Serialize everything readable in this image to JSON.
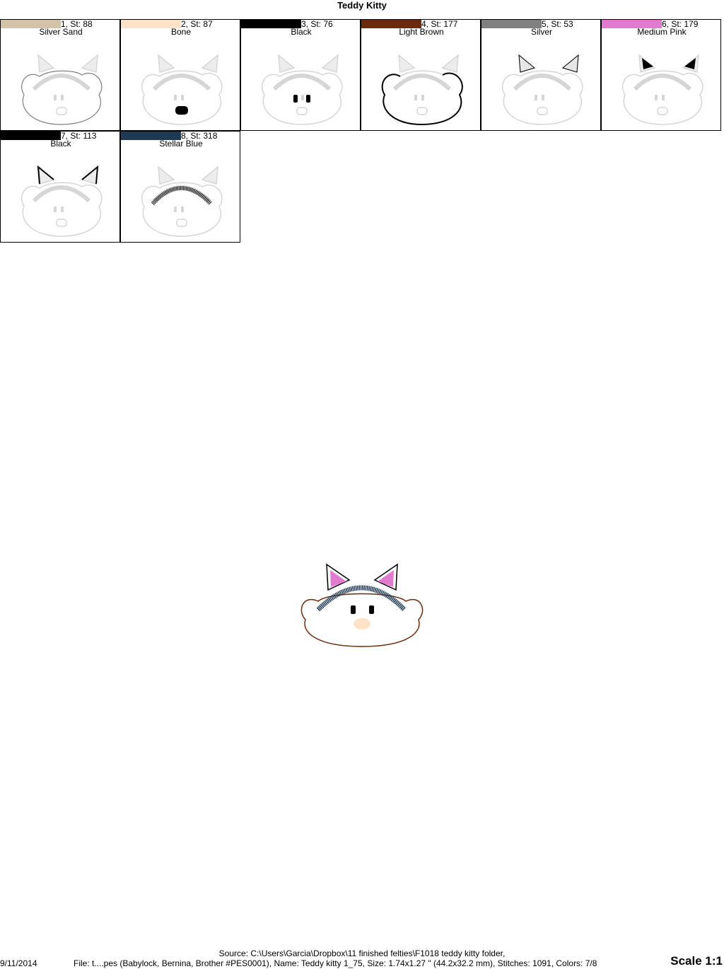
{
  "title": "Teddy Kitty",
  "steps": [
    {
      "label": "1, St: 88",
      "name": "Silver Sand",
      "color": "#d3c4a8",
      "part": "face-outline"
    },
    {
      "label": "2, St: 87",
      "name": "Bone",
      "color": "#fde2c8",
      "part": "nose"
    },
    {
      "label": "3, St: 76",
      "name": "Black",
      "color": "#000000",
      "part": "eyes"
    },
    {
      "label": "4, St: 177",
      "name": "Light Brown",
      "color": "#6b2a0e",
      "part": "head-outline"
    },
    {
      "label": "5, St: 53",
      "name": "Silver",
      "color": "#808080",
      "part": "ears-fill"
    },
    {
      "label": "6, St: 179",
      "name": "Medium Pink",
      "color": "#e07bd0",
      "part": "inner-ears"
    },
    {
      "label": "7, St: 113",
      "name": "Black",
      "color": "#000000",
      "part": "ears-outline"
    },
    {
      "label": "8, St: 318",
      "name": "Stellar Blue",
      "color": "#1f3a52",
      "part": "headband"
    }
  ],
  "footer": {
    "date": "9/11/2014",
    "source": "Source: C:\\Users\\Garcia\\Dropbox\\11 finished felties\\F1018 teddy kitty folder,",
    "file": "File: t....pes (Babylock, Bernina, Brother #PES0001), Name: Teddy kitty 1_75, Size: 1.74x1.27 \" (44.2x32.2 mm), Stitches: 1091, Colors: 7/8",
    "scale": "Scale 1:1"
  }
}
